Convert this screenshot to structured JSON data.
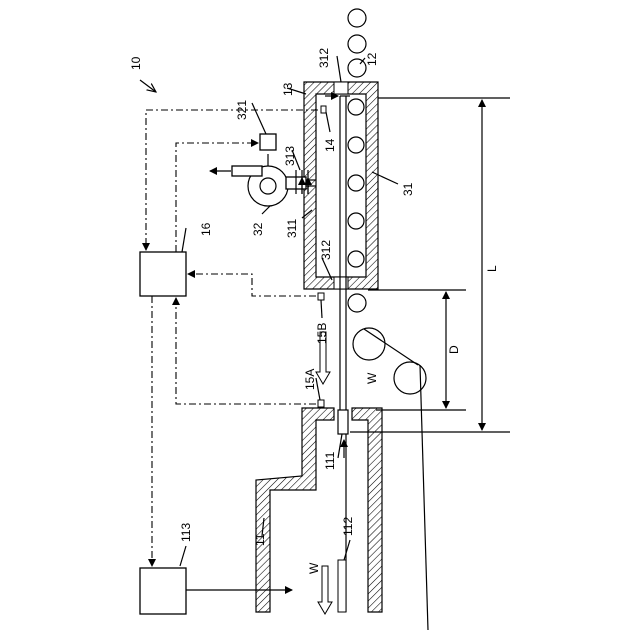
{
  "labels": {
    "apparatus": "10",
    "oven": "13",
    "heater_unit": "321",
    "duct": "313",
    "sensor_14": "14",
    "inner_box": "31",
    "rollers_top": "12",
    "port_top": "312",
    "port_bottom": "312",
    "blower": "32",
    "chamber": "311",
    "controller": "16",
    "sensor_15b": "15B",
    "sensor_15a": "15A",
    "web": "W",
    "web_lower": "W",
    "nozzle": "111",
    "tank": "11",
    "guide": "112",
    "supply": "113",
    "dim_d": "D",
    "dim_l": "L"
  }
}
